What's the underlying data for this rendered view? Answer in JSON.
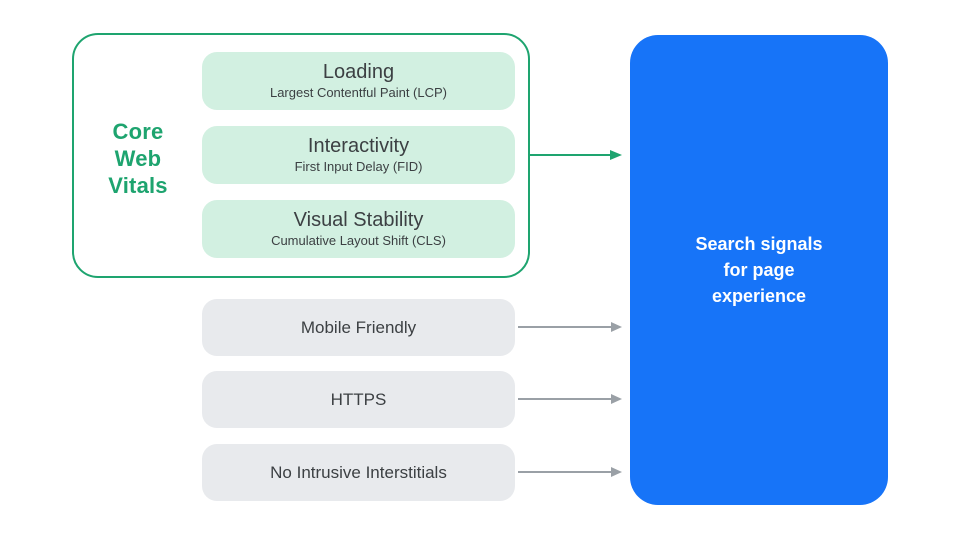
{
  "colors": {
    "accent_green": "#1EA46F",
    "green_fill": "#D2F0E1",
    "gray_fill": "#E8EAED",
    "arrow_gray": "#9AA0A6",
    "dark_text": "#3C4043",
    "blue_fill": "#1774F8",
    "white_text": "#FFFFFF"
  },
  "core_web_vitals": {
    "label": "Core\nWeb\nVitals",
    "cards": [
      {
        "title": "Loading",
        "subtitle": "Largest Contentful Paint (LCP)"
      },
      {
        "title": "Interactivity",
        "subtitle": "First Input Delay (FID)"
      },
      {
        "title": "Visual Stability",
        "subtitle": "Cumulative Layout Shift (CLS)"
      }
    ]
  },
  "other_signals": [
    {
      "label": "Mobile Friendly"
    },
    {
      "label": "HTTPS"
    },
    {
      "label": "No Intrusive Interstitials"
    }
  ],
  "result_box": {
    "label": "Search signals\nfor page\nexperience"
  }
}
